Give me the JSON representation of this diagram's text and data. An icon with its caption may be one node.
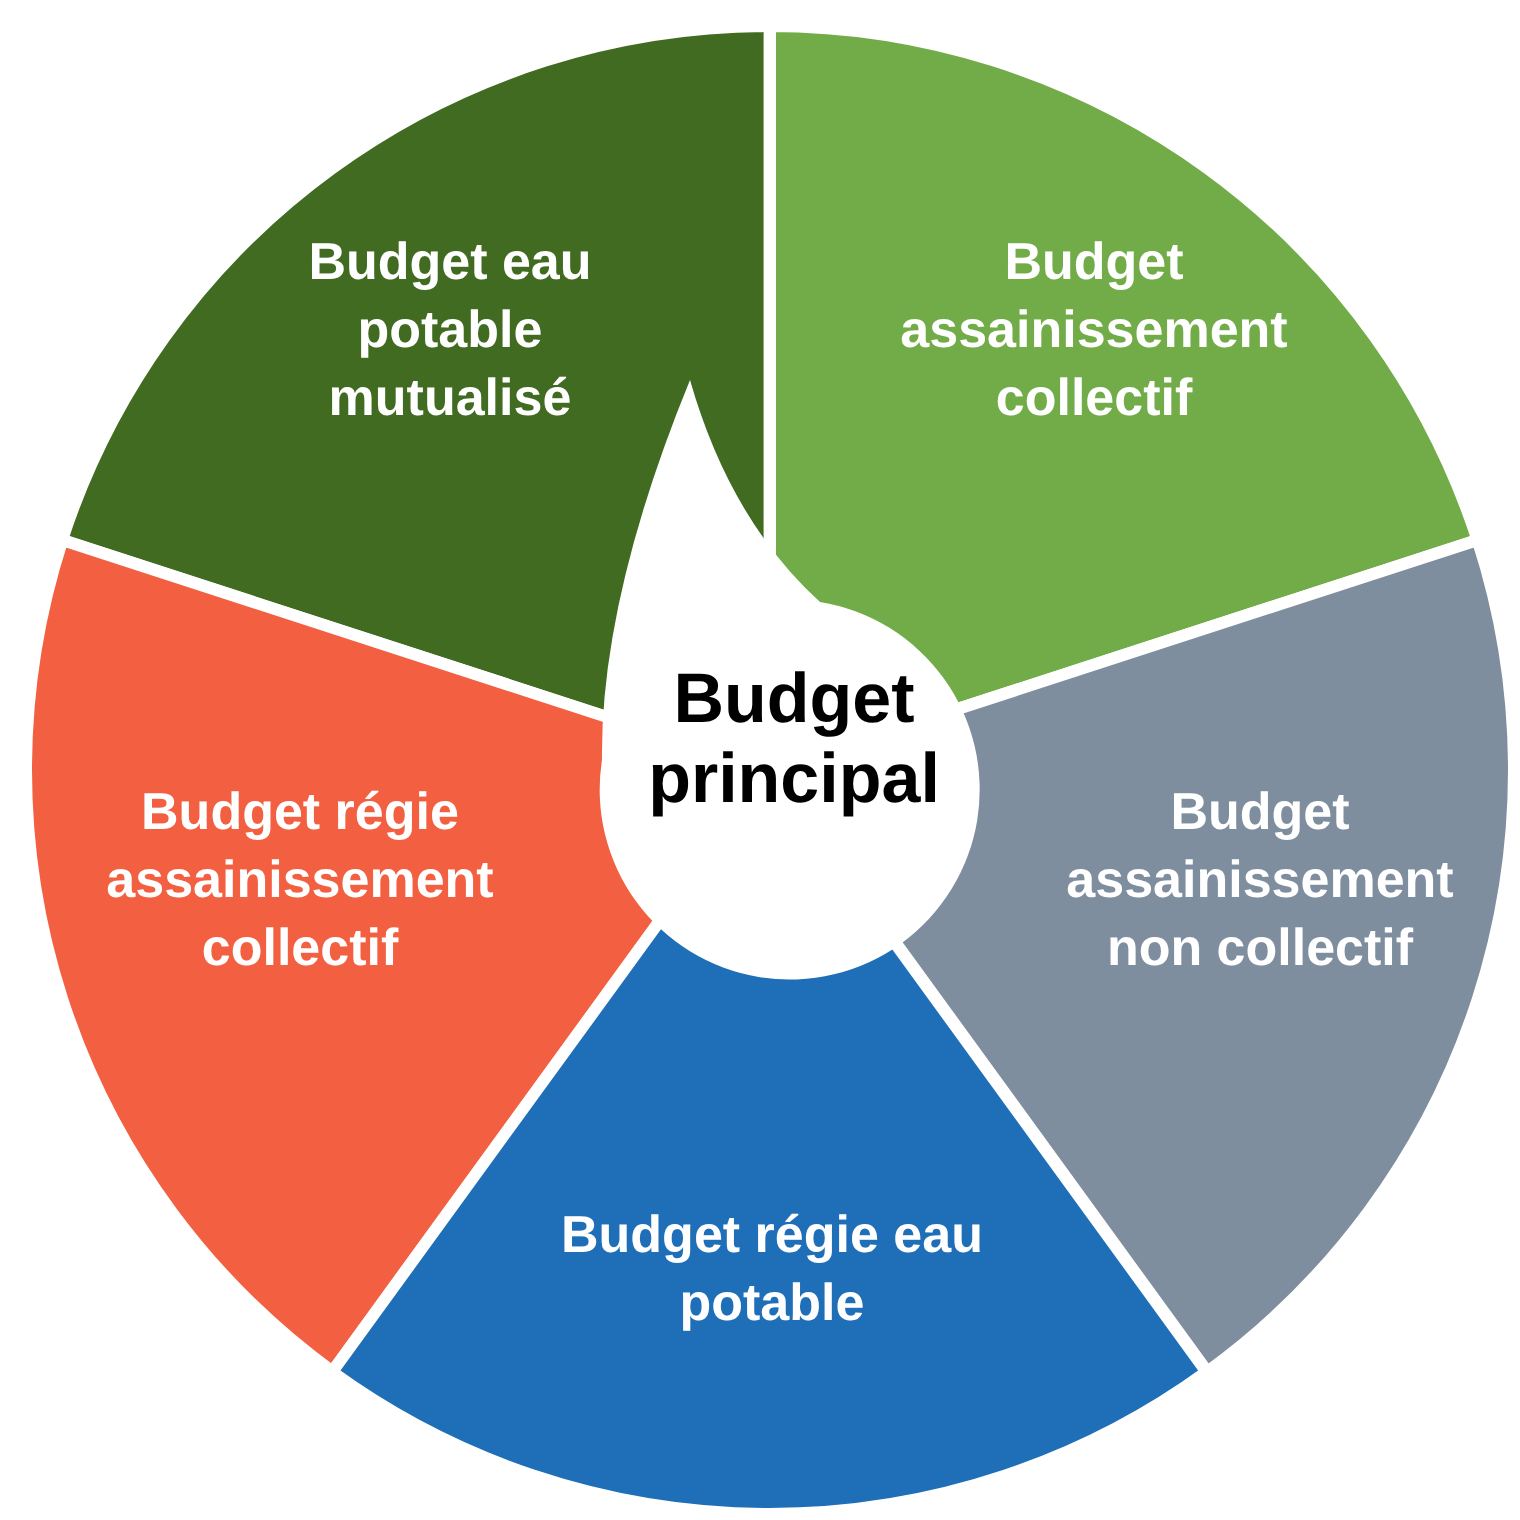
{
  "diagram": {
    "nodes": [
      {
        "text": [
          "Budget eau potable mutualisé"
        ]
      },
      {
        "text": [
          "Budget assainissement collectif"
        ]
      },
      {
        "text": [
          "Budget principal"
        ]
      },
      {
        "text": [
          "Budget régie assainissement collectif"
        ]
      },
      {
        "text": [
          "Budget assainissement non collectif"
        ]
      },
      {
        "text": [
          "Budget régie eau potable"
        ]
      }
    ]
  }
}
